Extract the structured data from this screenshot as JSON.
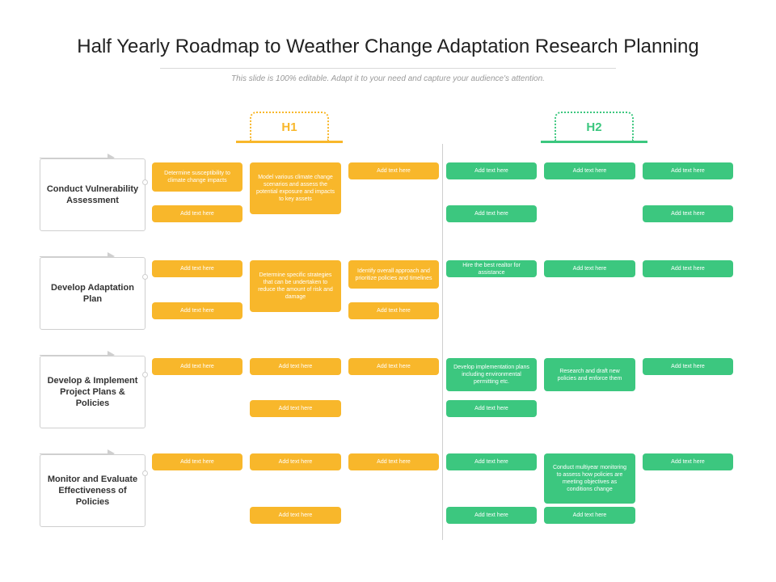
{
  "header": {
    "title": "Half Yearly Roadmap to Weather Change Adaptation Research Planning",
    "subtitle": "This slide is 100% editable. Adapt it to your need and capture your audience's attention."
  },
  "halves": {
    "h1": {
      "label": "H1",
      "color": "#f8b72b"
    },
    "h2": {
      "label": "H2",
      "color": "#3cc77f"
    }
  },
  "rows": [
    {
      "label": "Conduct Vulnerability Assessment"
    },
    {
      "label": "Develop Adaptation Plan"
    },
    {
      "label": "Develop & Implement Project Plans & Policies"
    },
    {
      "label": "Monitor and Evaluate Effectiveness of Policies"
    }
  ],
  "boxes": {
    "r1": {
      "a1": "Determine susceptibility to climate change impacts",
      "a2": "Add text here",
      "b1": "Model various climate change scenarios and assess the potential exposure and impacts to key assets",
      "c1": "Add text here",
      "d1": "Add text here",
      "d2": "Add text here",
      "e1": "Add text here",
      "f1": "Add text here",
      "f2": "Add text here"
    },
    "r2": {
      "a1": "Add text here",
      "a2": "Add text here",
      "b1": "Determine specific strategies that can be undertaken to reduce the amount of risk and damage",
      "c1": "Identify overall approach and prioritize policies and timelines",
      "c2": "Add text here",
      "d1": "Hire the best realtor for assistance",
      "e1": "Add text here",
      "f1": "Add text here"
    },
    "r3": {
      "a1": "Add text here",
      "b1": "Add text here",
      "b2": "Add text here",
      "c1": "Add text here",
      "d1": "Develop implementation plans including environmental permitting etc.",
      "d2": "Add text here",
      "e1": "Research and draft new policies and enforce them",
      "f1": "Add text here"
    },
    "r4": {
      "a1": "Add text here",
      "b1": "Add text here",
      "b2": "Add text here",
      "c1": "Add text here",
      "d1": "Add text here",
      "d2": "Add text here",
      "e1": "Conduct multiyear monitoring to assess how policies are meeting objectives as conditions change",
      "e2": "Add text here",
      "f1": "Add text here"
    }
  }
}
